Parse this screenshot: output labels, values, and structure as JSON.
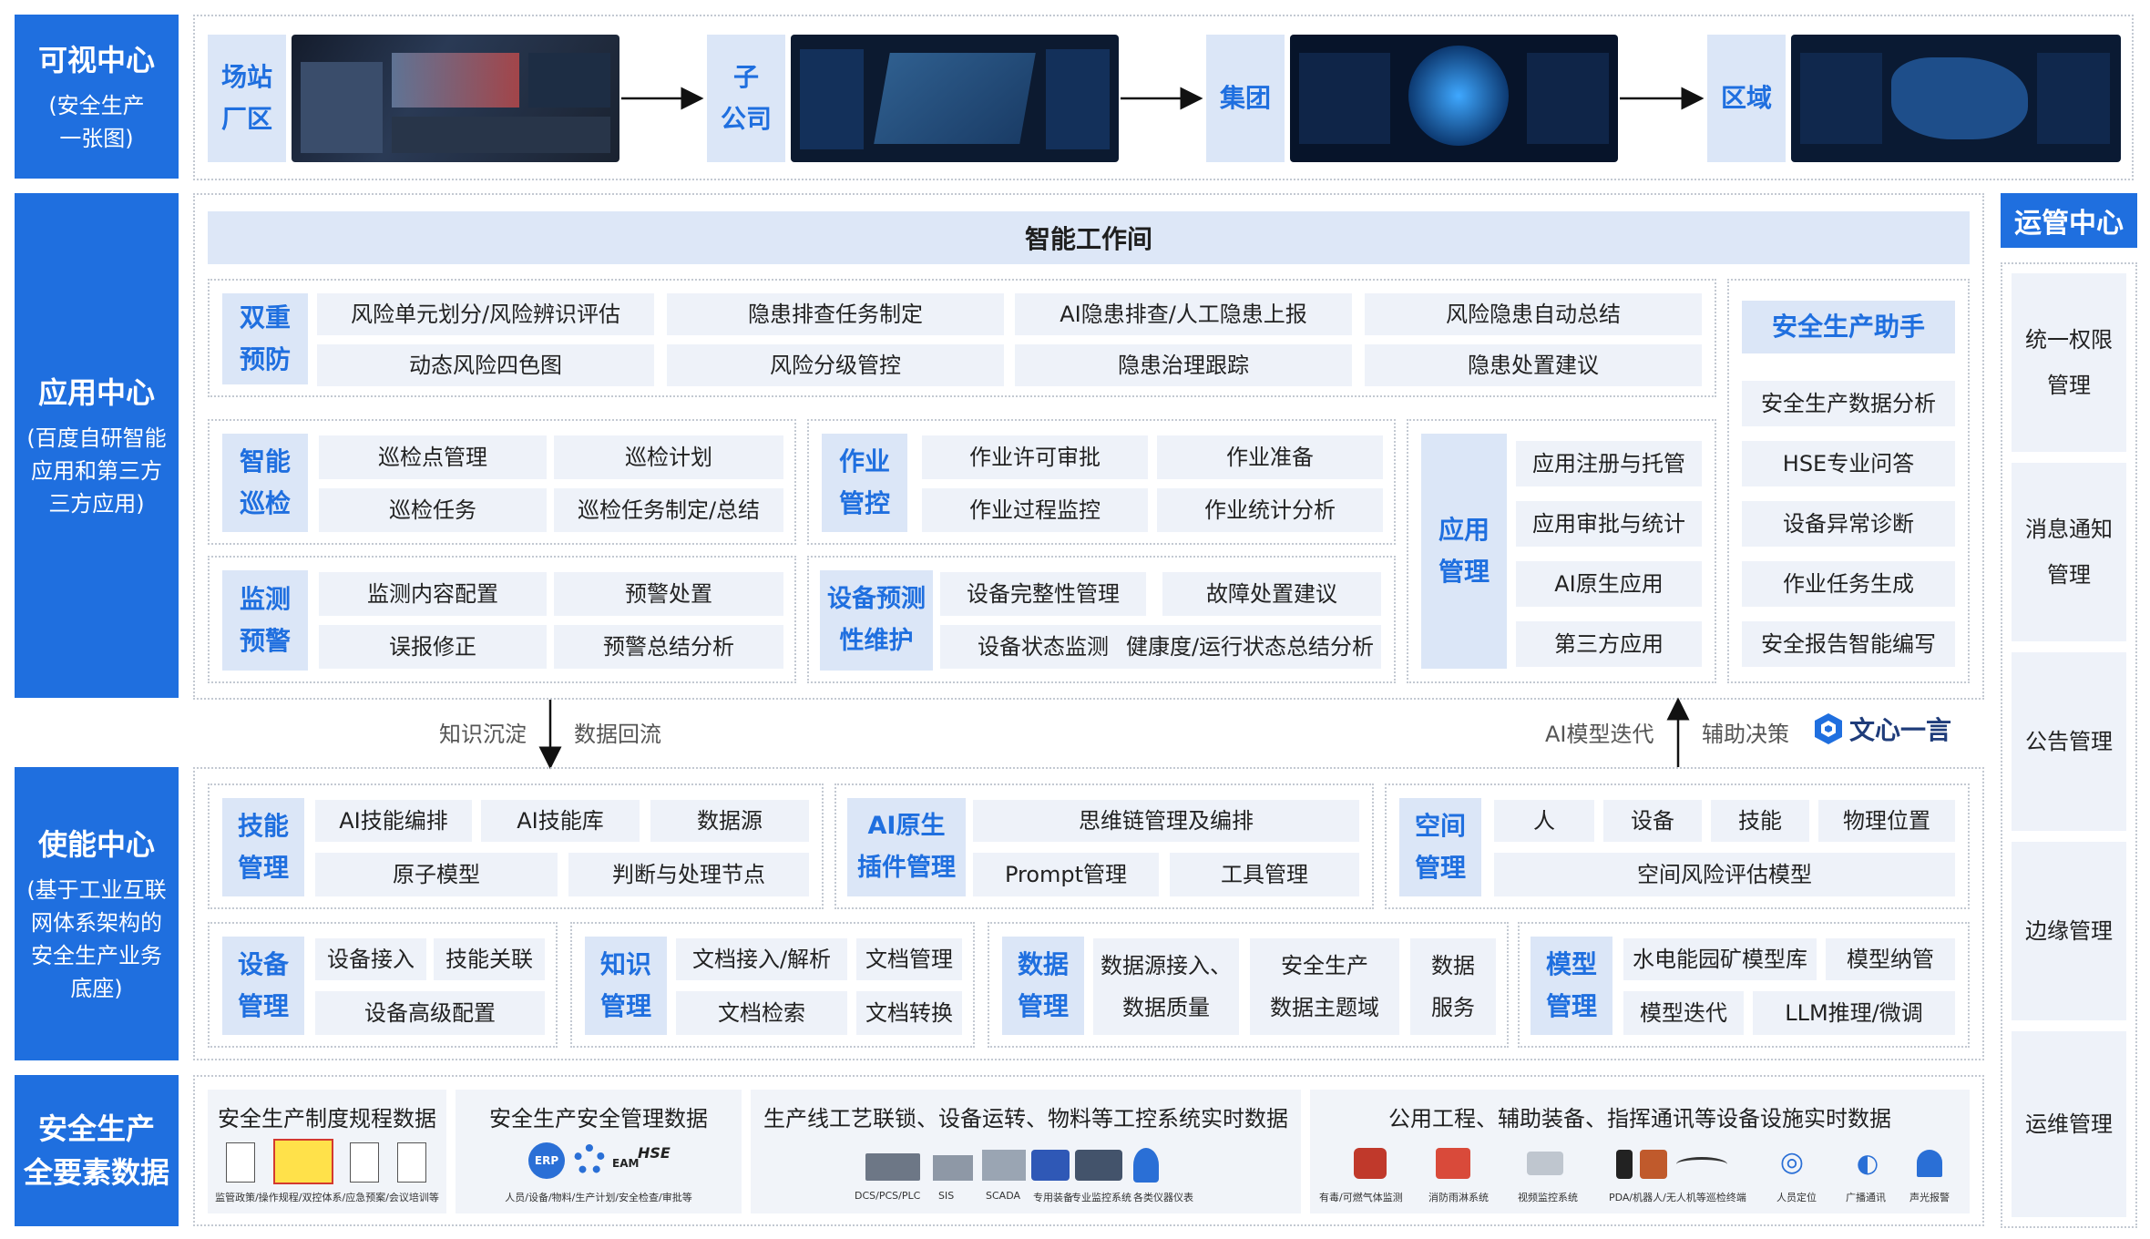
{
  "sidebar": {
    "visual": {
      "title": "可视中心",
      "sub": "(安全生产\n一张图)"
    },
    "app": {
      "title": "应用中心",
      "sub": "(百度自研智能\n应用和第三方\n三方应用)"
    },
    "enable": {
      "title": "使能中心",
      "sub": "(基于工业互联\n网体系架构的\n安全生产业务\n底座)"
    },
    "data": {
      "title": "安全生产\n全要素数据"
    }
  },
  "visual_row": {
    "items": [
      {
        "label": "场站\n厂区"
      },
      {
        "label": "子\n公司"
      },
      {
        "label": "集团"
      },
      {
        "label": "区域"
      }
    ]
  },
  "workspace": {
    "title": "智能工作间"
  },
  "dual_prevention": {
    "label": "双重\n预防",
    "cells": [
      "风险单元划分/风险辨识评估",
      "隐患排查任务制定",
      "AI隐患排查/人工隐患上报",
      "风险隐患自动总结",
      "动态风险四色图",
      "风险分级管控",
      "隐患治理跟踪",
      "隐患处置建议"
    ]
  },
  "inspection": {
    "label": "智能\n巡检",
    "cells": [
      "巡检点管理",
      "巡检计划",
      "巡检任务",
      "巡检任务制定/总结"
    ]
  },
  "operation": {
    "label": "作业\n管控",
    "cells": [
      "作业许可审批",
      "作业准备",
      "作业过程监控",
      "作业统计分析"
    ]
  },
  "monitor": {
    "label": "监测\n预警",
    "cells": [
      "监测内容配置",
      "预警处置",
      "误报修正",
      "预警总结分析"
    ]
  },
  "predictive": {
    "label": "设备预测\n性维护",
    "cells": [
      "设备完整性管理",
      "故障处置建议",
      "设备状态监测",
      "健康度/运行状态总结分析"
    ]
  },
  "app_mgmt": {
    "label": "应用\n管理",
    "cells": [
      "应用注册与托管",
      "应用审批与统计",
      "AI原生应用",
      "第三方应用"
    ]
  },
  "assistant": {
    "title": "安全生产助手",
    "cells": [
      "安全生产数据分析",
      "HSE专业问答",
      "设备异常诊断",
      "作业任务生成",
      "安全报告智能编写"
    ]
  },
  "flow": {
    "left1": "知识沉淀",
    "left2": "数据回流",
    "right1": "AI模型迭代",
    "right2": "辅助决策",
    "brand": "文心一言"
  },
  "skill": {
    "label": "技能\n管理",
    "cells": [
      "AI技能编排",
      "AI技能库",
      "数据源",
      "原子模型",
      "判断与处理节点"
    ]
  },
  "plugin": {
    "label": "AI原生\n插件管理",
    "cells": [
      "思维链管理及编排",
      "Prompt管理",
      "工具管理"
    ]
  },
  "space": {
    "label": "空间\n管理",
    "cells": [
      "人",
      "设备",
      "技能",
      "物理位置",
      "空间风险评估模型"
    ]
  },
  "device": {
    "label": "设备\n管理",
    "cells": [
      "设备接入",
      "技能关联",
      "设备高级配置"
    ]
  },
  "knowledge": {
    "label": "知识\n管理",
    "cells": [
      "文档接入/解析",
      "文档管理",
      "文档检索",
      "文档转换"
    ]
  },
  "datamgmt": {
    "label": "数据\n管理",
    "cells": [
      "数据源接入、\n数据质量",
      "安全生产\n数据主题域",
      "数据\n服务"
    ]
  },
  "model": {
    "label": "模型\n管理",
    "cells": [
      "水电能园矿模型库",
      "模型纳管",
      "模型迭代",
      "LLM推理/微调"
    ]
  },
  "data_row": {
    "b1": {
      "title": "安全生产制度规程数据",
      "caption": "监管政策/操作规程/双控体系/应急预案/会议培训等"
    },
    "b2": {
      "title": "安全生产安全管理数据",
      "caption": "人员/设备/物料/生产计划/安全检查/审批等",
      "logo1": "ERP",
      "logo2": "EAM",
      "logo3": "HSE"
    },
    "b3": {
      "title": "生产线工艺联锁、设备运转、物料等工控系统实时数据",
      "captions": [
        "DCS/PCS/PLC",
        "SIS",
        "SCADA",
        "专用装备",
        "专业监控系统",
        "各类仪器仪表"
      ]
    },
    "b4": {
      "title": "公用工程、辅助装备、指挥通讯等设备设施实时数据",
      "captions": [
        "有毒/可燃气体监测",
        "消防雨淋系统",
        "视频监控系统",
        "PDA/机器人/无人机等巡检终端",
        "人员定位",
        "广播通讯",
        "声光报警"
      ]
    }
  },
  "ops": {
    "title": "运管中心",
    "items": [
      "统一权限\n管理",
      "消息通知\n管理",
      "公告管理",
      "边缘管理",
      "运维管理"
    ]
  },
  "colors": {
    "accent": "#1f6fdf",
    "cell": "#eef2f9",
    "label": "#dbe6f7"
  }
}
